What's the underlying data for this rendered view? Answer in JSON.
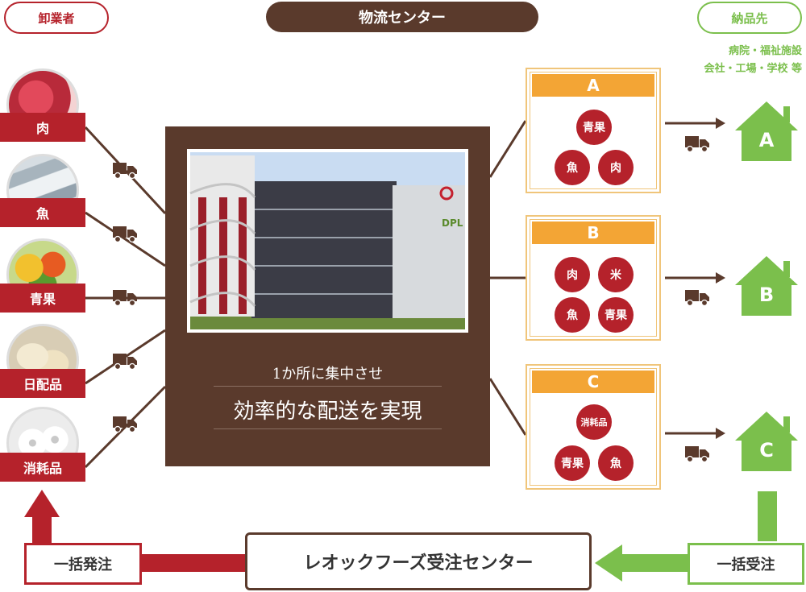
{
  "header": {
    "suppliers_label": "卸業者",
    "center_label": "物流センター",
    "destinations_label": "納品先",
    "destinations_note_1": "病院・福祉施設",
    "destinations_note_2": "会社・工場・学校 等"
  },
  "suppliers": [
    {
      "label": "肉"
    },
    {
      "label": "魚"
    },
    {
      "label": "青果"
    },
    {
      "label": "日配品"
    },
    {
      "label": "消耗品"
    }
  ],
  "center": {
    "line1": "1か所に集中させ",
    "line2": "効率的な配送を実現",
    "building_sign": "DPL"
  },
  "warehouses": [
    {
      "letter": "A",
      "items": [
        "青果",
        "魚",
        "肉"
      ]
    },
    {
      "letter": "B",
      "items": [
        "肉",
        "米",
        "魚",
        "青果"
      ]
    },
    {
      "letter": "C",
      "items": [
        "消耗品",
        "青果",
        "魚"
      ]
    }
  ],
  "houses": [
    {
      "letter": "A"
    },
    {
      "letter": "B"
    },
    {
      "letter": "C"
    }
  ],
  "bottom": {
    "bulk_order": "一括発注",
    "order_center": "レオックフーズ受注センター",
    "bulk_receive": "一括受注"
  },
  "colors": {
    "red": "#b5222b",
    "green": "#7bbf4c",
    "brown": "#5a3a2c",
    "orange": "#f3a535"
  }
}
